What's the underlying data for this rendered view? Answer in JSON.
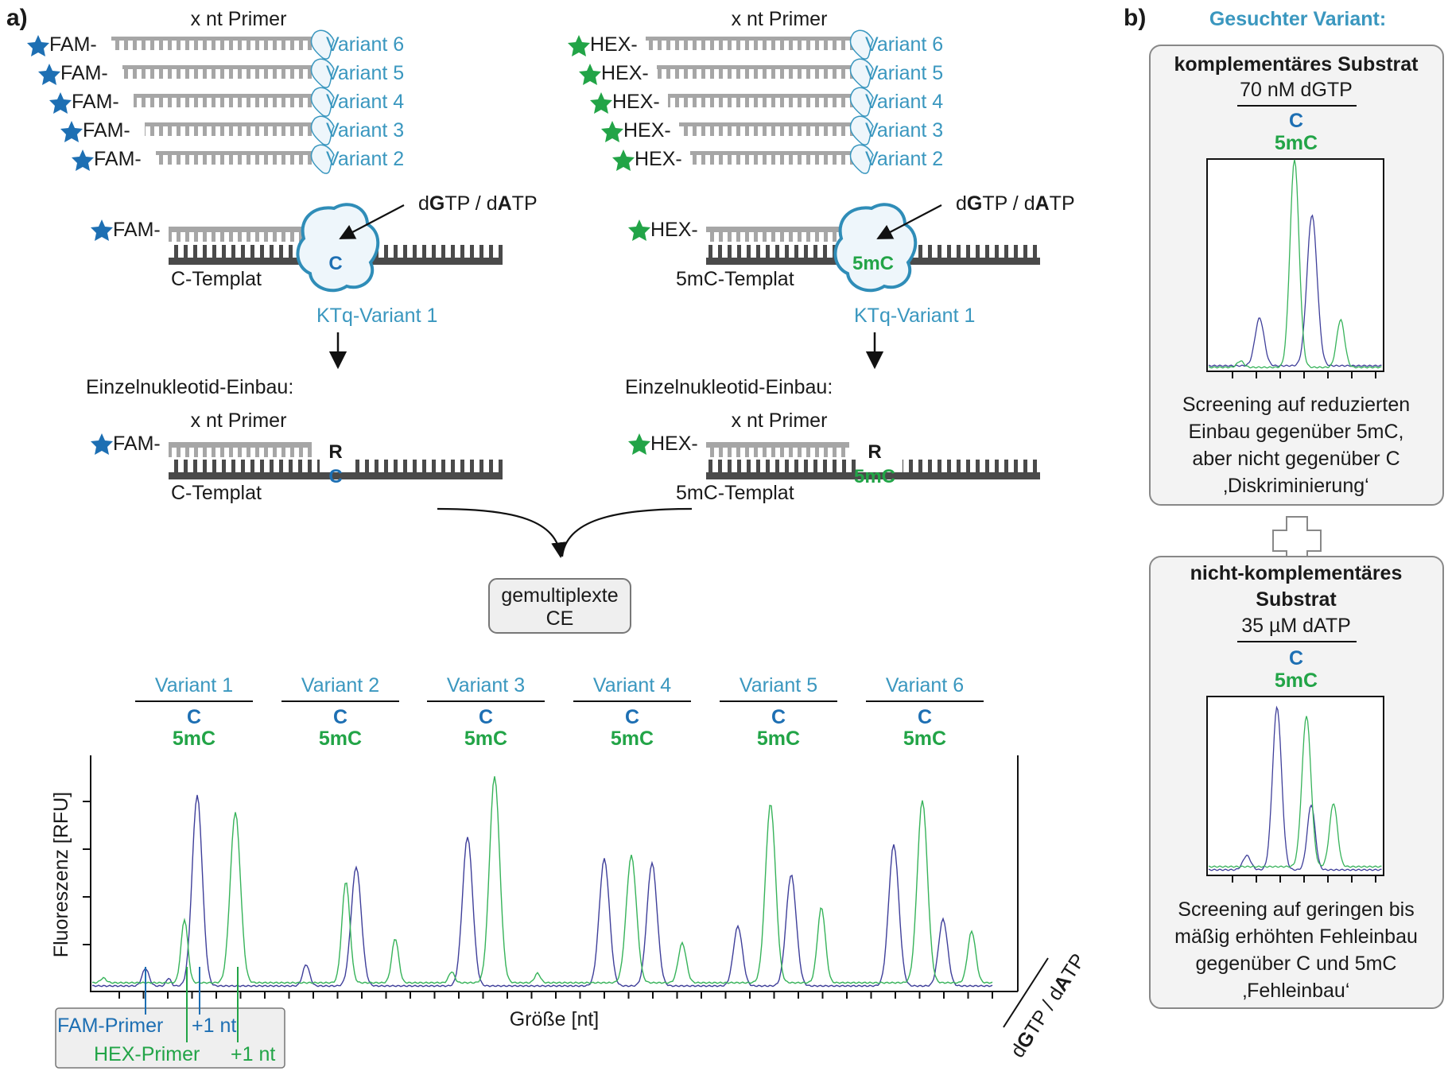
{
  "panel_labels": {
    "a": "a)",
    "b": "b)"
  },
  "left_reaction": {
    "primer_title": "x nt Primer",
    "dye": "FAM-",
    "variants": [
      "Variant 6",
      "Variant 5",
      "Variant 4",
      "Variant 3",
      "Variant 2"
    ],
    "nucleotides": {
      "p1": "d",
      "p2": "G",
      "p3": "TP / d",
      "p4": "A",
      "p5": "TP"
    },
    "template_base": "C",
    "template_label": "C-Templat",
    "enzyme_label": "KTq-Variant 1",
    "incorporation_label": "Einzelnukleotid-Einbau:",
    "product_primer_title": "x nt Primer",
    "product_base": "R",
    "product_template_base": "C",
    "product_template_label": "C-Templat"
  },
  "right_reaction": {
    "primer_title": "x nt Primer",
    "dye": "HEX-",
    "variants": [
      "Variant 6",
      "Variant 5",
      "Variant 4",
      "Variant 3",
      "Variant 2"
    ],
    "nucleotides": {
      "p1": "d",
      "p2": "G",
      "p3": "TP / d",
      "p4": "A",
      "p5": "TP"
    },
    "template_base": "5mC",
    "template_label": "5mC-Templat",
    "enzyme_label": "KTq-Variant 1",
    "incorporation_label": "Einzelnukleotid-Einbau:",
    "product_primer_title": "x nt Primer",
    "product_base": "R",
    "product_template_base": "5mC",
    "product_template_label": "5mC-Templat"
  },
  "ce_box": {
    "line1": "gemultiplexte",
    "line2": "CE"
  },
  "electropherogram": {
    "groups": [
      {
        "variant": "Variant 1",
        "c": "C",
        "m": "5mC"
      },
      {
        "variant": "Variant 2",
        "c": "C",
        "m": "5mC"
      },
      {
        "variant": "Variant 3",
        "c": "C",
        "m": "5mC"
      },
      {
        "variant": "Variant 4",
        "c": "C",
        "m": "5mC"
      },
      {
        "variant": "Variant 5",
        "c": "C",
        "m": "5mC"
      },
      {
        "variant": "Variant 6",
        "c": "C",
        "m": "5mC"
      }
    ],
    "y_label": "Fluoreszenz [RFU]",
    "x_label": "Größe [nt]",
    "legend": {
      "fam_primer": "FAM-Primer",
      "fam_plus": "+1 nt",
      "hex_primer": "HEX-Primer",
      "hex_plus": "+1 nt"
    },
    "side_label": {
      "p1": "d",
      "p2": "G",
      "p3": "TP / d",
      "p4": "A",
      "p5": "TP"
    }
  },
  "panel_b": {
    "title": "Gesuchter Variant:",
    "box1": {
      "title": "komplementäres Substrat",
      "conc": "70 nM dGTP",
      "c": "C",
      "m": "5mC",
      "desc": [
        "Screening auf reduzierten",
        "Einbau gegenüber 5mC,",
        "aber nicht gegenüber C",
        "‚Diskriminierung‘"
      ]
    },
    "box2": {
      "title1": "nicht-komplementäres",
      "title2": "Substrat",
      "conc": "35 µM dATP",
      "c": "C",
      "m": "5mC",
      "desc": [
        "Screening auf geringen bis",
        "mäßig erhöhten Fehleinbau",
        "gegenüber C und 5mC",
        "‚Fehleinbau‘"
      ]
    }
  },
  "colors": {
    "fam": "#1d6fb3",
    "hex": "#22a447",
    "variant": "#3a97bf",
    "trace_fam": "#3f3f9a",
    "trace_hex": "#37b35a",
    "strand_primer": "#a6a6a6",
    "strand_template": "#4a4a4a"
  }
}
